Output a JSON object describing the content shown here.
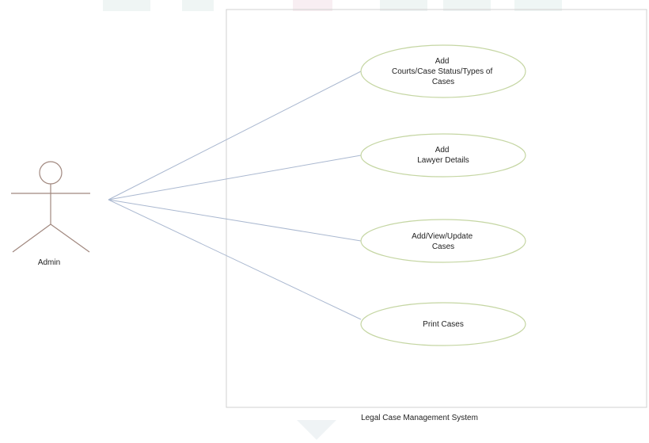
{
  "actor": {
    "name": "Admin"
  },
  "system": {
    "label": "Legal Case Management System"
  },
  "use_cases": [
    {
      "lines": [
        "Add",
        "Courts/Case Status/Types of",
        "Cases"
      ]
    },
    {
      "lines": [
        "Add",
        "Lawyer Details"
      ]
    },
    {
      "lines": [
        "Add/View/Update",
        "Cases"
      ]
    },
    {
      "lines": [
        "Print Cases"
      ]
    }
  ],
  "colors": {
    "actor_stroke": "#a1887f",
    "association_line": "#aab8d0",
    "use_case_stroke": "#c5d6a3",
    "boundary_stroke": "#d0d0d0",
    "text": "#222222"
  }
}
